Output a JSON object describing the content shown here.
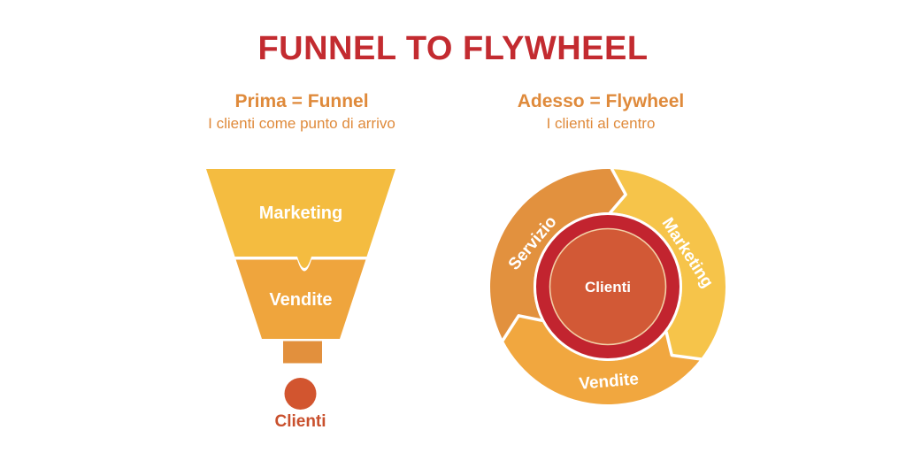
{
  "title": {
    "text": "FUNNEL TO FLYWHEEL",
    "color": "#C32B30"
  },
  "funnel": {
    "heading": "Prima = Funnel",
    "subheading": "I clienti come punto di arrivo",
    "heading_color": "#DF8A3B",
    "stages": [
      {
        "label": "Marketing",
        "color": "#F4BC40"
      },
      {
        "label": "Vendite",
        "color": "#EFA53D"
      }
    ],
    "spout_color": "#E2903D",
    "result": {
      "label": "Clienti",
      "dot_color": "#D2552F",
      "label_color": "#C9502D"
    }
  },
  "flywheel": {
    "heading": "Adesso = Flywheel",
    "subheading": "I clienti al centro",
    "heading_color": "#DF8A3B",
    "segments": [
      {
        "label": "Servizio",
        "color": "#E2913E"
      },
      {
        "label": "Marketing",
        "color": "#F6C44A"
      },
      {
        "label": "Vendite",
        "color": "#F1A73F"
      }
    ],
    "ring_color": "#C2242F",
    "ring_rim_color": "#FFFFFF",
    "center": {
      "label": "Clienti",
      "color": "#D25936",
      "outline_color": "#F2CFA6"
    }
  }
}
